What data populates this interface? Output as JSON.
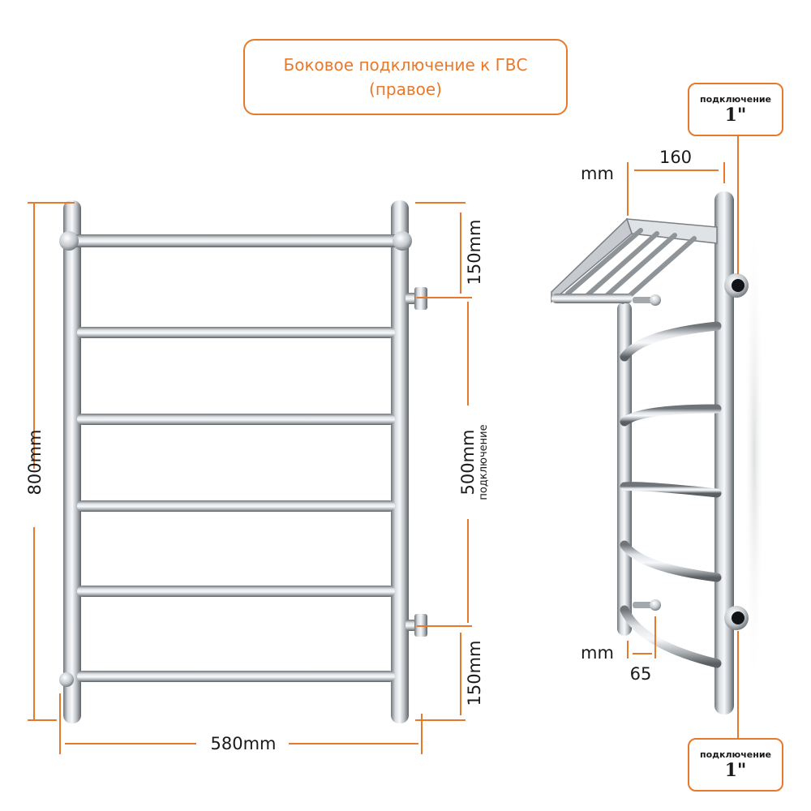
{
  "title": {
    "line1": "Боковое подключение к ГВС",
    "line2": "(правое)"
  },
  "dimensions": {
    "height_total": "800mm",
    "width_total": "580mm",
    "top_offset": "150mm",
    "bottom_offset": "150mm",
    "center_distance": "500mm",
    "center_distance_note": "подключение",
    "shelf_depth": "160",
    "shelf_unit": "mm",
    "wall_offset": "65",
    "wall_offset_unit": "mm"
  },
  "connection_top": {
    "label": "подключение",
    "size": "1\""
  },
  "connection_bottom": {
    "label": "подключение",
    "size": "1\""
  },
  "colors": {
    "accent": "#e8792b",
    "text": "#1a1a1a",
    "chrome_light": "#f4f6f8",
    "chrome_dark": "#6f7479"
  }
}
